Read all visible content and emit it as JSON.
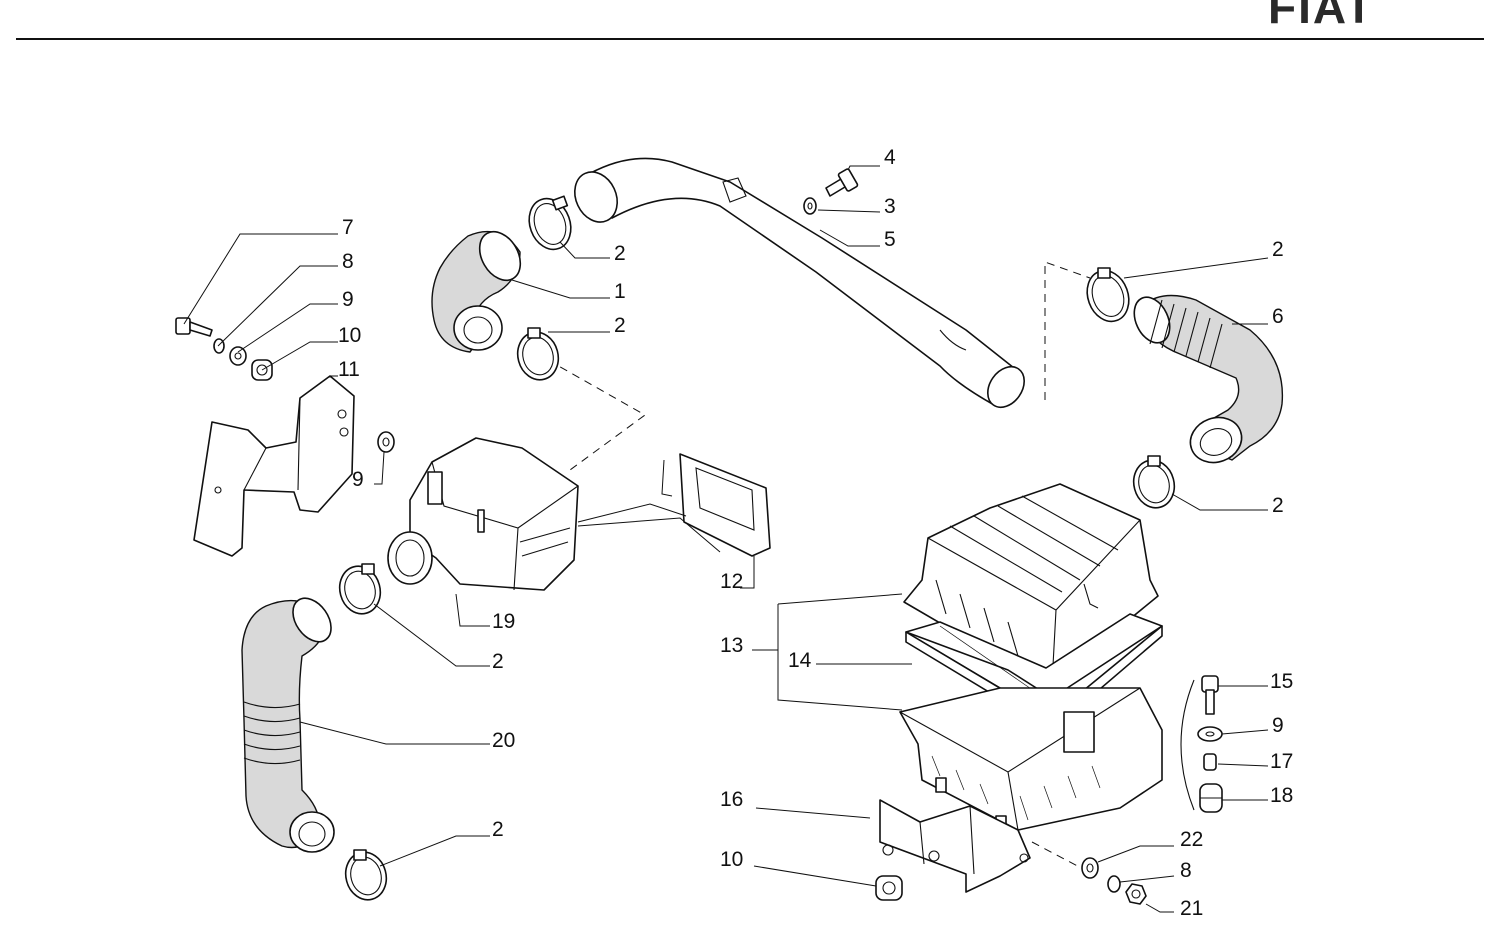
{
  "brand": {
    "logo_text": "FIAT"
  },
  "labels": {
    "l1": "1",
    "l2a": "2",
    "l2b": "2",
    "l2c": "2",
    "l2d": "2",
    "l2e": "2",
    "l2f": "2",
    "l3": "3",
    "l4": "4",
    "l5": "5",
    "l6": "6",
    "l7": "7",
    "l8a": "8",
    "l8b": "8",
    "l9a": "9",
    "l9b": "9",
    "l9c": "9",
    "l10a": "10",
    "l10b": "10",
    "l11": "11",
    "l12": "12",
    "l13": "13",
    "l14": "14",
    "l15": "15",
    "l16": "16",
    "l17": "17",
    "l18": "18",
    "l19": "19",
    "l20": "20",
    "l21": "21",
    "l22": "22"
  }
}
